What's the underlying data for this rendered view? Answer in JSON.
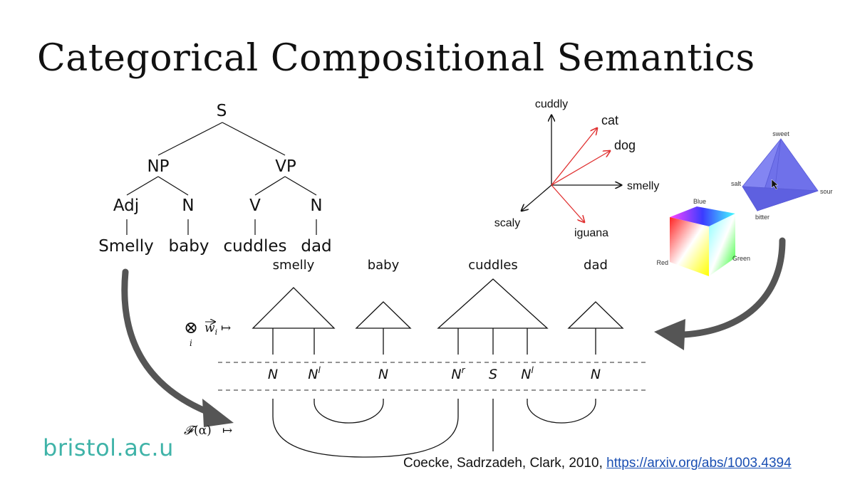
{
  "slide": {
    "title": "Categorical Compositional Semantics",
    "logo_text": "bristol.ac.u",
    "citation": {
      "authors": "Coecke, Sadrzadeh, Clark, 2010, ",
      "link_text": "https://arxiv.org/abs/1003.4394"
    }
  },
  "parse_tree": {
    "root": "S",
    "np": "NP",
    "vp": "VP",
    "adj": "Adj",
    "n1": "N",
    "v": "V",
    "n2": "N",
    "words": [
      "Smelly",
      "baby",
      "cuddles",
      "dad"
    ]
  },
  "vector_space": {
    "axes": [
      "cuddly",
      "smelly",
      "scaly"
    ],
    "vectors": [
      "cat",
      "dog",
      "iguana"
    ],
    "colors": {
      "vector": "#e03030",
      "axis": "#111111"
    }
  },
  "taste_tetrahedron": {
    "labels": [
      "sweet",
      "salt",
      "sour",
      "bitter"
    ],
    "color": "#7b7df0"
  },
  "color_cube": {
    "labels": [
      "Blue",
      "Red",
      "Green"
    ]
  },
  "string_diagram": {
    "words": [
      "smelly",
      "baby",
      "cuddles",
      "dad"
    ],
    "types": [
      {
        "base": "N",
        "sup": ""
      },
      {
        "base": "N",
        "sup": "l"
      },
      {
        "base": "N",
        "sup": ""
      },
      {
        "base": "N",
        "sup": "r"
      },
      {
        "base": "S",
        "sup": ""
      },
      {
        "base": "N",
        "sup": "l"
      },
      {
        "base": "N",
        "sup": ""
      }
    ],
    "tensor_formula": {
      "otimes": "⊗",
      "index": "i",
      "vec": "w",
      "sub": "i",
      "mapsto": "↦"
    },
    "functor_formula": {
      "f": "𝓕",
      "arg": "(α)",
      "mapsto": "↦"
    }
  },
  "arrows": {
    "color": "#555555"
  }
}
